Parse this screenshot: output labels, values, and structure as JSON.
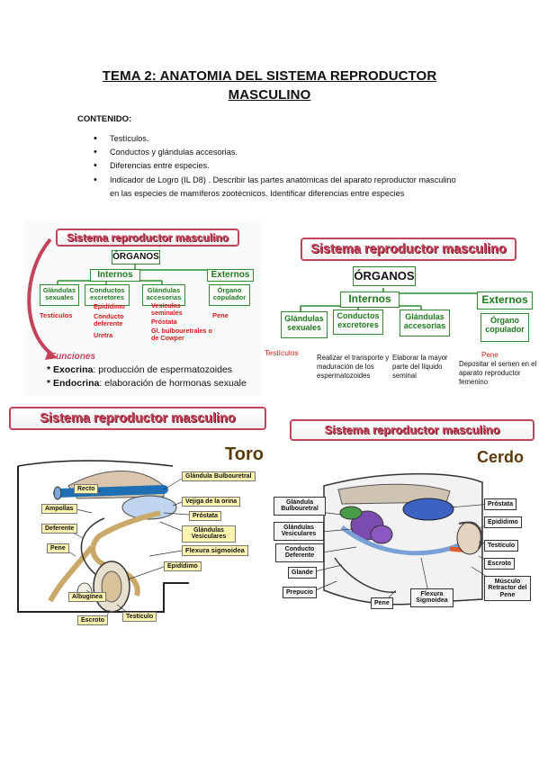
{
  "document": {
    "title_line1": "TEMA 2: ANATOMIA DEL SISTEMA REPRODUCTOR",
    "title_line2": "MASCULINO",
    "contenido_label": "CONTENIDO:",
    "items": [
      "Testículos.",
      "Conductos y glándulas accesorias.",
      "Diferencias entre especies.",
      "Indicador de Logro (IL D8) . Describir las partes anatómicas del aparato reproductor masculino en las especies de mamíferos zootécnicos. Identificar diferencias entre especies"
    ]
  },
  "diagram_left": {
    "banner": "Sistema reproductor masculino",
    "organos": "ÓRGANOS",
    "internos": "Internos",
    "externos": "Externos",
    "glandulas_sexuales": "Glándulas sexuales",
    "conductos_excretores": "Conductos excretores",
    "glandulas_accesorias": "Glándulas accesorias",
    "organo_copulador": "Órgano copulador",
    "testiculos": "Testículos",
    "conductos_list": [
      "Epidídimo",
      "Conducto deferente",
      "Uretra"
    ],
    "accesorias_list": [
      "Vesículas seminales",
      "Próstata",
      "Gl. bulbouretrales o de Cowper"
    ],
    "pene": "Pene",
    "funciones": "Funciones",
    "exocrina_label": "* Exocrina",
    "exocrina_text": ": producción de espermatozoides",
    "endocrina_label": "* Endocrina",
    "endocrina_text": ": elaboración de hormonas sexuale"
  },
  "diagram_right": {
    "banner": "Sistema reproductor masculino",
    "organos": "ÓRGANOS",
    "internos": "Internos",
    "externos": "Externos",
    "glandulas_sexuales": "Glándulas sexuales",
    "conductos_excretores": "Conductos excretores",
    "glandulas_accesorias": "Glándulas accesorias",
    "organo_copulador": "Órgano copulador",
    "testiculos": "Testículos",
    "conductos_note": "Realizar el transporte y maduración de los espermatozoides",
    "accesorias_note": "Elaborar la mayor parte del líquido seminal",
    "pene": "Pene",
    "pene_note": "Depositar el semen en el aparato reproductor femenino"
  },
  "toro": {
    "banner": "Sistema reproductor masculino",
    "animal": "Toro",
    "labels": {
      "recto": "Recto",
      "ampollas": "Ampollas",
      "deferente": "Deferente",
      "pene": "Pene",
      "albuginea": "Albugínea",
      "escroto": "Escroto",
      "testiculo": "Testículo",
      "epididimo": "Epidídimo",
      "glandula_bulbouretral": "Glándula Bulbouretral",
      "vejiga": "Vejiga de la orina",
      "prostata": "Próstata",
      "glandulas_vesiculares": "Glándulas Vesiculares",
      "flexura": "Flexura sigmoidea"
    }
  },
  "cerdo": {
    "banner": "Sistema reproductor masculino",
    "animal": "Cerdo",
    "labels": {
      "glandula_bulbouretral": "Glándula Bulbouretral",
      "glandulas_vesiculares": "Glándulas Vesiculares",
      "conducto_deferente": "Conducto Deferente",
      "glande": "Glande",
      "prepucio": "Prepucio",
      "pene": "Pene",
      "flexura": "Flexura Sigmoidea",
      "prostata": "Próstata",
      "epididimo": "Epidídimo",
      "testiculo": "Testículo",
      "escroto": "Escroto",
      "musculo": "Músculo Retractor del Pene"
    }
  },
  "colors": {
    "banner_red": "#c4425a",
    "box_green": "#2f8a2f",
    "text_red": "#d11b1b",
    "label_yellow": "#fff5b0"
  }
}
